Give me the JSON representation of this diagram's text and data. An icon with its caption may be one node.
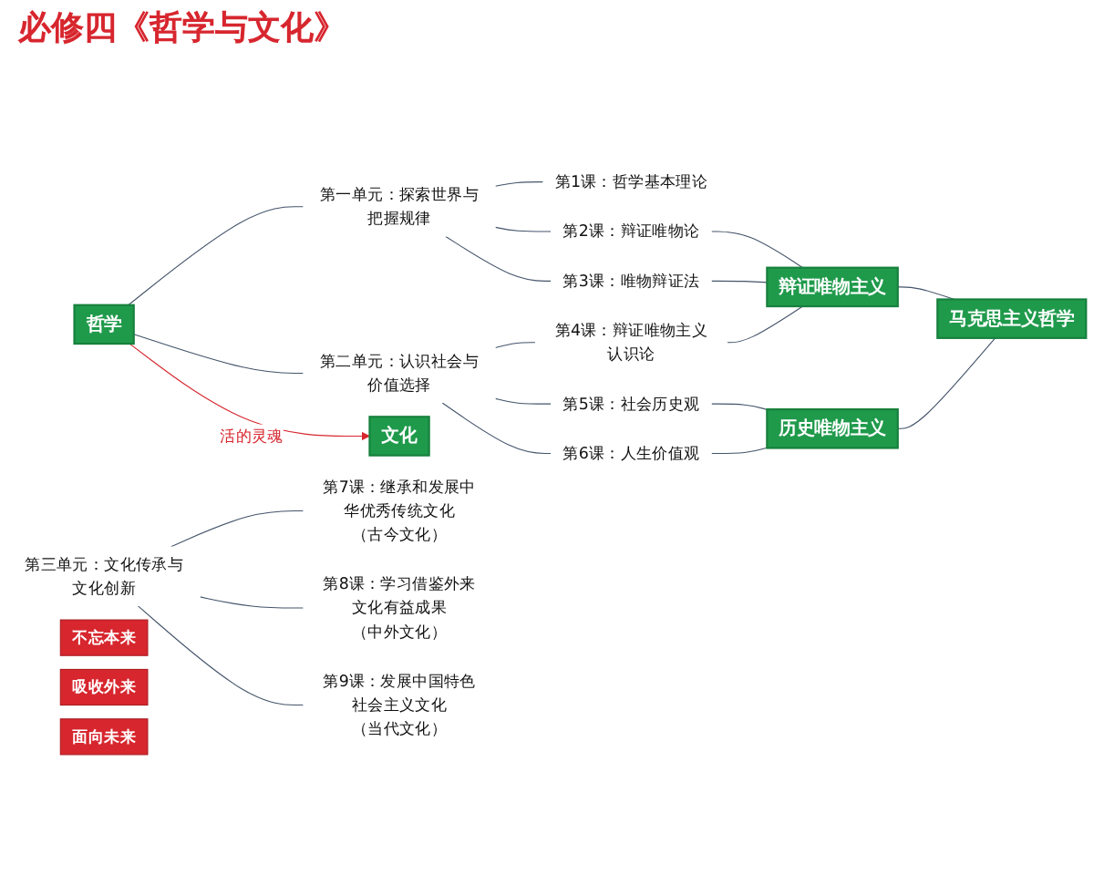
{
  "diagram": {
    "title": "必修四《哲学与文化》",
    "nodes": [
      {
        "text": [
          "哲学"
        ]
      },
      {
        "text": [
          "第一单元：探索世界与把握规律"
        ]
      },
      {
        "text": [
          "第二单元：认识社会与价值选择"
        ]
      },
      {
        "text": [
          "第1课：哲学基本理论"
        ]
      },
      {
        "text": [
          "第2课：辩证唯物论"
        ]
      },
      {
        "text": [
          "第3课：唯物辩证法"
        ]
      },
      {
        "text": [
          "第4课：辩证唯物主义认识论"
        ]
      },
      {
        "text": [
          "第5课：社会历史观"
        ]
      },
      {
        "text": [
          "第6课：人生价值观"
        ]
      },
      {
        "text": [
          "辩证唯物主义"
        ]
      },
      {
        "text": [
          "马克思主义哲学"
        ]
      },
      {
        "text": [
          "历史唯物主义"
        ]
      },
      {
        "text": [
          "文化"
        ]
      },
      {
        "text": [
          "第三单元：文化传承与文化创新"
        ]
      },
      {
        "text": [
          "第7课：继承和发展中华优秀传统文化",
          "（古今文化）"
        ]
      },
      {
        "text": [
          "不忘本来"
        ]
      },
      {
        "text": [
          "第8课：学习借鉴外来文化有益成果",
          "（中外文化）"
        ]
      },
      {
        "text": [
          "吸收外来"
        ]
      },
      {
        "text": [
          "第9课：发展中国特色社会主义文化",
          "（当代文化）"
        ]
      },
      {
        "text": [
          "面向未来"
        ]
      }
    ],
    "edges": [
      {
        "from": 0,
        "to": 1,
        "arrow": "none"
      },
      {
        "from": 0,
        "to": 2,
        "arrow": "none"
      },
      {
        "from": 1,
        "to": 3,
        "arrow": "none"
      },
      {
        "from": 1,
        "to": 4,
        "arrow": "none"
      },
      {
        "from": 1,
        "to": 5,
        "arrow": "none"
      },
      {
        "from": 2,
        "to": 6,
        "arrow": "none"
      },
      {
        "from": 2,
        "to": 7,
        "arrow": "none"
      },
      {
        "from": 2,
        "to": 8,
        "arrow": "none"
      },
      {
        "from": 4,
        "to": 9,
        "arrow": "none"
      },
      {
        "from": 5,
        "to": 9,
        "arrow": "none"
      },
      {
        "from": 6,
        "to": 9,
        "arrow": "none"
      },
      {
        "from": 7,
        "to": 11,
        "arrow": "none"
      },
      {
        "from": 8,
        "to": 11,
        "arrow": "none"
      },
      {
        "from": 9,
        "to": 10,
        "arrow": "none"
      },
      {
        "from": 11,
        "to": 10,
        "arrow": "none"
      },
      {
        "from": 0,
        "to": 12,
        "arrow": "to",
        "label": "活的灵魂",
        "color": "#d7262e"
      },
      {
        "from": 13,
        "to": 14,
        "arrow": "none"
      },
      {
        "from": 13,
        "to": 16,
        "arrow": "none"
      },
      {
        "from": 13,
        "to": 18,
        "arrow": "none"
      }
    ]
  }
}
